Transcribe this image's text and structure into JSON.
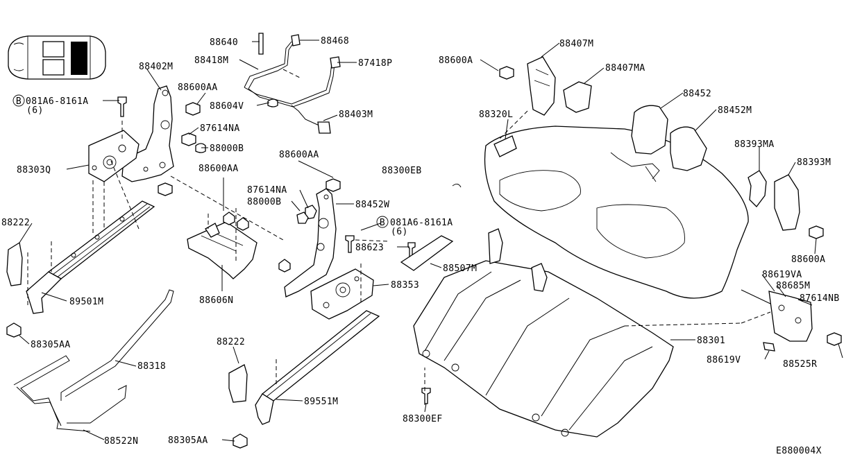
{
  "diagram_code": "E880004X",
  "labels": {
    "l88640": "88640",
    "l88468": "88468",
    "l88418M": "88418M",
    "l87418P": "87418P",
    "l88402M": "88402M",
    "l88600AA_1": "88600AA",
    "l081A6_1": "081A6-8161A",
    "l6_1": "(6)",
    "l88604V": "88604V",
    "l88403M": "88403M",
    "l87614NA_1": "87614NA",
    "l88000B_1": "88000B",
    "l88303Q": "88303Q",
    "l88600AA_2": "88600AA",
    "l88600AA_3": "88600AA",
    "l88222_1": "88222",
    "l87614NA_2": "87614NA",
    "l88000B_2": "88000B",
    "l88452W": "88452W",
    "l081A6_2": "081A6-8161A",
    "l6_2": "(6)",
    "l88623": "88623",
    "l88507M": "88507M",
    "l89501M": "89501M",
    "l88606N": "88606N",
    "l88353": "88353",
    "l88305AA_1": "88305AA",
    "l88318": "88318",
    "l88222_2": "88222",
    "l89551M": "89551M",
    "l88522N": "88522N",
    "l88305AA_2": "88305AA",
    "l88600A_1": "88600A",
    "l88407M": "88407M",
    "l88407MA": "88407MA",
    "l88452": "88452",
    "l88452M": "88452M",
    "l88320L": "88320L",
    "l88300EB": "88300EB",
    "l88393MA": "88393MA",
    "l88393M": "88393M",
    "l88600A_2": "88600A",
    "l88619VA": "88619VA",
    "l88685M": "88685M",
    "l87614NB": "87614NB",
    "l88301": "88301",
    "l88619V": "88619V",
    "l88525R": "88525R",
    "l88300EF": "88300EF"
  },
  "bolt_symbol": "B"
}
